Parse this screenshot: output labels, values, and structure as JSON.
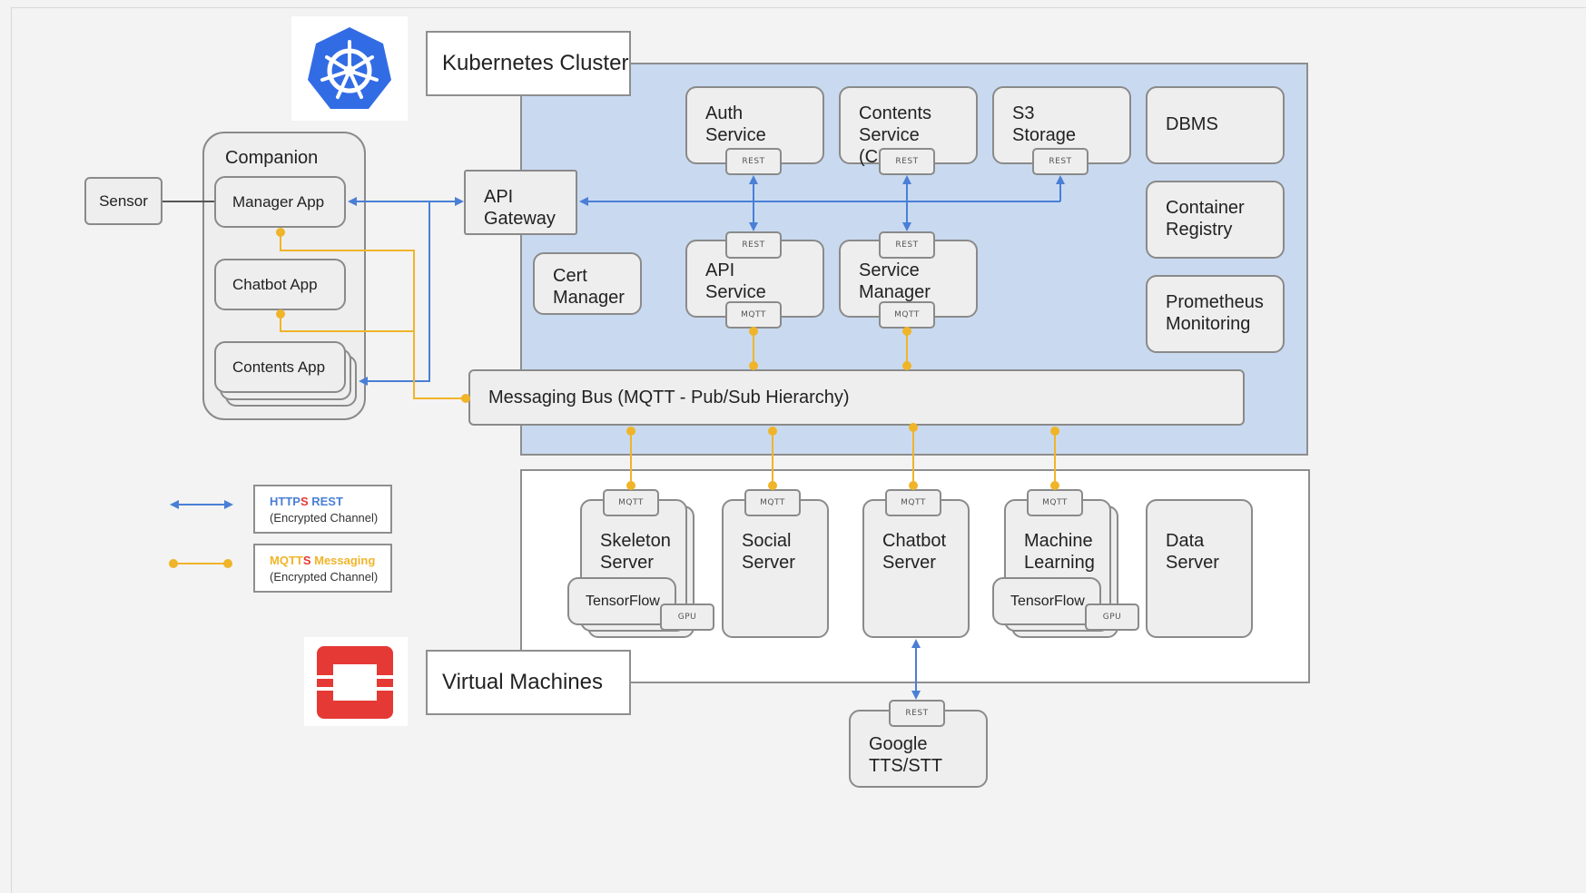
{
  "colors": {
    "https_rest": "#4a7fd6",
    "mqtts": "#f0b429",
    "k8s_area": "#c9daf0",
    "openstack_red": "#e53935",
    "kubernetes_blue": "#326ce5"
  },
  "icons": {
    "kubernetes": "kubernetes-logo",
    "openstack": "openstack-logo"
  },
  "clusters": {
    "kubernetes": "Kubernetes Cluster",
    "vms": "Virtual Machines"
  },
  "companion": {
    "label": "Companion",
    "apps": [
      "Manager App",
      "Chatbot App",
      "Contents App"
    ]
  },
  "sensor": "Sensor",
  "api_gateway": "API\nGateway",
  "cert_manager": "Cert\nManager",
  "services": {
    "auth": "Auth\nService",
    "cms": "Contents\nService (CMS)",
    "s3": "S3\nStorage",
    "dbms": "DBMS",
    "registry": "Container\nRegistry",
    "prometheus": "Prometheus\nMonitoring",
    "api_service": "API\nService",
    "service_manager": "Service\nManager"
  },
  "bus": "Messaging Bus (MQTT - Pub/Sub Hierarchy)",
  "vm_servers": {
    "skeleton": "Skeleton\nServer",
    "social": "Social\nServer",
    "chatbot": "Chatbot\nServer",
    "ml": "Machine\nLearning",
    "data": "Data\nServer",
    "tensorflow": "TensorFlow"
  },
  "google": "Google\nTTS/STT",
  "tags": {
    "rest": "REST",
    "mqtt": "MQTT",
    "gpu": "GPU"
  },
  "legend": {
    "https_prefix": "HTTP",
    "https_s": "S",
    "https_rest": " REST",
    "mqtts_prefix": "MQTT",
    "mqtts_s": "S",
    "mqtts_msg": " Messaging",
    "encrypted": "(Encrypted Channel)"
  }
}
